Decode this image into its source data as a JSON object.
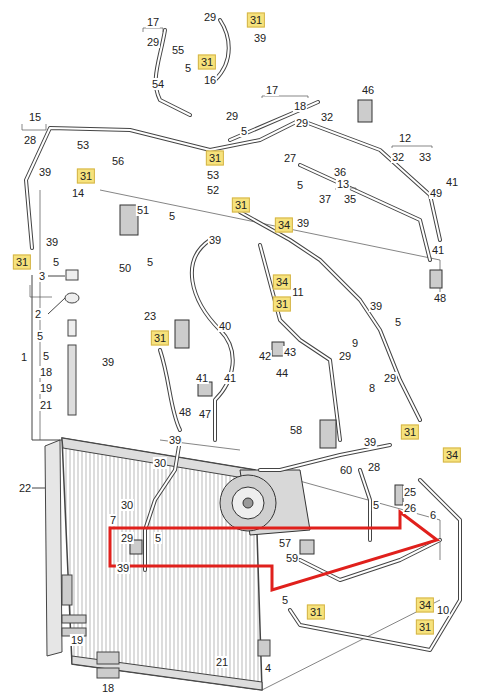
{
  "diagram": {
    "nodes": [
      {
        "text": [
          "31"
        ]
      },
      {
        "text": [
          "31"
        ]
      },
      {
        "text": [
          "31"
        ]
      },
      {
        "text": [
          "31"
        ]
      },
      {
        "text": [
          "31"
        ]
      },
      {
        "text": [
          "31"
        ]
      },
      {
        "text": [
          "34"
        ]
      },
      {
        "text": [
          "34"
        ]
      },
      {
        "text": [
          "31"
        ]
      },
      {
        "text": [
          "31"
        ]
      },
      {
        "text": [
          "31"
        ]
      },
      {
        "text": [
          "34"
        ]
      },
      {
        "text": [
          "31"
        ]
      },
      {
        "text": [
          "34"
        ]
      },
      {
        "text": [
          "31"
        ]
      }
    ],
    "edges": [],
    "labels": [
      "17",
      "29",
      "29",
      "39",
      "55",
      "5",
      "54",
      "16",
      "15",
      "28",
      "53",
      "56",
      "39",
      "14",
      "39",
      "5",
      "17",
      "18",
      "29",
      "29",
      "5",
      "27",
      "53",
      "52",
      "5",
      "51",
      "5",
      "50",
      "32",
      "46",
      "36",
      "13",
      "37",
      "35",
      "5",
      "12",
      "32",
      "33",
      "41",
      "49",
      "41",
      "48",
      "39",
      "39",
      "11",
      "39",
      "5",
      "9",
      "29",
      "23",
      "40",
      "39",
      "42",
      "43",
      "44",
      "41",
      "41",
      "48",
      "47",
      "29",
      "8",
      "58",
      "39",
      "60",
      "28",
      "39",
      "30",
      "25",
      "26",
      "5",
      "6",
      "30",
      "7",
      "29",
      "5",
      "39",
      "57",
      "59",
      "10",
      "22",
      "19",
      "18",
      "21",
      "4",
      "3",
      "2",
      "5",
      "1",
      "5",
      "18",
      "19",
      "21",
      "5"
    ]
  }
}
